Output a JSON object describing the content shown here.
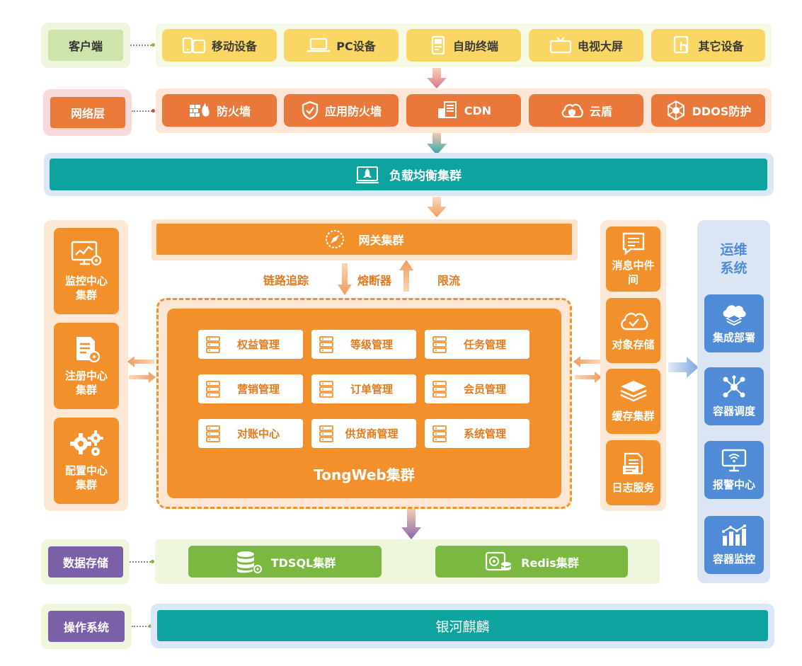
{
  "client": {
    "label": "客户端",
    "items": [
      {
        "label": "移动设备",
        "icon": "mobile-devices-icon"
      },
      {
        "label": "PC设备",
        "icon": "laptop-icon"
      },
      {
        "label": "自助终端",
        "icon": "kiosk-icon"
      },
      {
        "label": "电视大屏",
        "icon": "tv-icon"
      },
      {
        "label": "其它设备",
        "icon": "touch-device-icon"
      }
    ]
  },
  "network": {
    "label": "网络层",
    "items": [
      {
        "label": "防火墙",
        "icon": "firewall-icon"
      },
      {
        "label": "应用防火墙",
        "icon": "shield-check-icon"
      },
      {
        "label": "CDN",
        "icon": "cdn-icon"
      },
      {
        "label": "云盾",
        "icon": "cloud-shield-icon"
      },
      {
        "label": "DDOS防护",
        "icon": "ddos-icon"
      }
    ]
  },
  "load_balancer": {
    "label": "负载均衡集群",
    "icon": "rocket-icon"
  },
  "gateway": {
    "label": "网关集群",
    "icon": "compass-icon",
    "features": [
      "链路追踪",
      "熔断器",
      "限流"
    ]
  },
  "left_services": [
    {
      "label": "监控中心集群",
      "line1": "监控中心",
      "line2": "集群",
      "icon": "monitor-icon"
    },
    {
      "label": "注册中心集群",
      "line1": "注册中心",
      "line2": "集群",
      "icon": "register-doc-icon"
    },
    {
      "label": "配置中心集群",
      "line1": "配置中心",
      "line2": "集群",
      "icon": "gears-icon"
    }
  ],
  "tongweb": {
    "label": "TongWeb集群",
    "modules": [
      "权益管理",
      "等级管理",
      "任务管理",
      "营销管理",
      "订单管理",
      "会员管理",
      "对账中心",
      "供货商管理",
      "系统管理"
    ]
  },
  "right_services": [
    {
      "line1": "消息中件",
      "line2": "间",
      "icon": "message-icon"
    },
    {
      "line1": "对象存储",
      "line2": "",
      "icon": "cloud-check-icon"
    },
    {
      "line1": "缓存集群",
      "line2": "",
      "icon": "layers-icon"
    },
    {
      "line1": "日志服务",
      "line2": "",
      "icon": "log-icon"
    }
  ],
  "ops": {
    "title_line1": "运维",
    "title_line2": "系统",
    "items": [
      {
        "label": "集成部署",
        "icon": "cloud-stack-icon"
      },
      {
        "label": "容器调度",
        "icon": "network-nodes-icon"
      },
      {
        "label": "报警中心",
        "icon": "alarm-screen-icon"
      },
      {
        "label": "容器监控",
        "icon": "chart-monitor-icon"
      }
    ]
  },
  "storage": {
    "label": "数据存储",
    "items": [
      {
        "label": "TDSQL集群",
        "icon": "database-icon"
      },
      {
        "label": "Redis集群",
        "icon": "redis-icon"
      }
    ]
  },
  "os": {
    "label": "操作系统",
    "value": "银河麒麟"
  },
  "colors": {
    "client_row": "#f7fbe9",
    "client_item": "#fad664",
    "client_text": "#3a3a3a",
    "network_row": "#fde8d8",
    "network_item": "#e9783a",
    "teal": "#0ea39f",
    "orange": "#f2912c",
    "green": "#7ab842",
    "purple": "#7b5fa8",
    "blue": "#4f8bd6"
  }
}
